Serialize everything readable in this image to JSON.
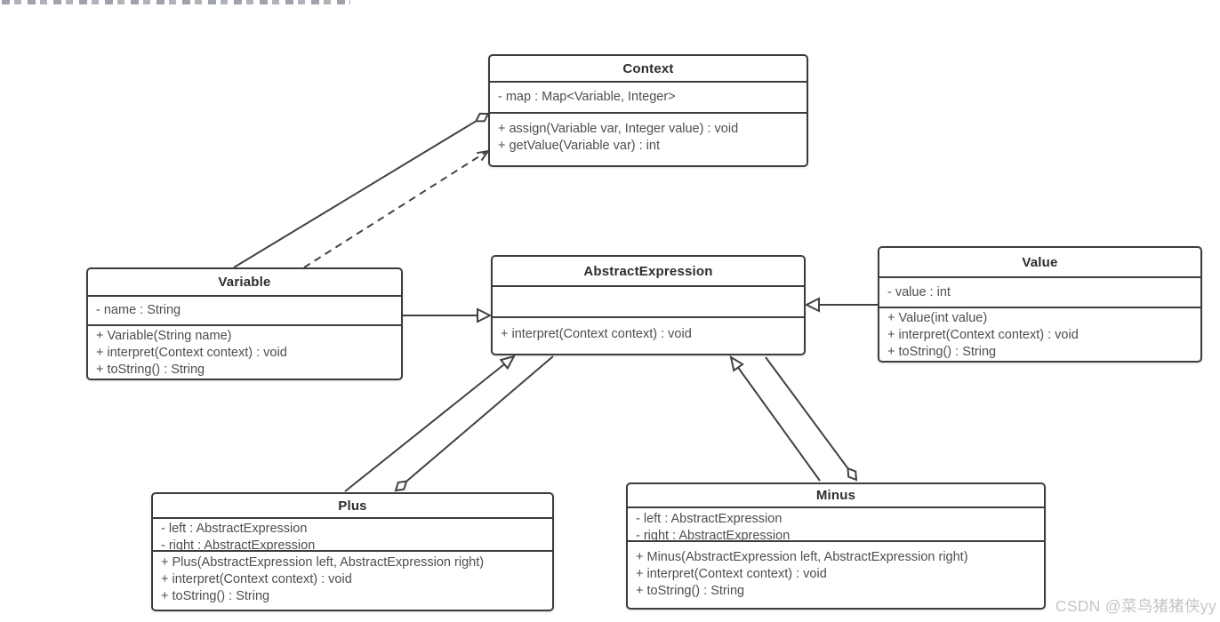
{
  "diagram": {
    "classes": {
      "context": {
        "name": "Context",
        "attributes": [
          "- map : Map<Variable, Integer>"
        ],
        "methods": [
          "+ assign(Variable var, Integer value) : void",
          "+ getValue(Variable var) : int"
        ]
      },
      "variable": {
        "name": "Variable",
        "attributes": [
          "- name : String"
        ],
        "methods": [
          "+ Variable(String name)",
          "+ interpret(Context context) : void",
          "+ toString() : String"
        ]
      },
      "abstract_expression": {
        "name": "AbstractExpression",
        "attributes": [],
        "methods": [
          "+ interpret(Context context) : void"
        ]
      },
      "value": {
        "name": "Value",
        "attributes": [
          "- value : int"
        ],
        "methods": [
          "+ Value(int value)",
          "+ interpret(Context context) : void",
          "+ toString() : String"
        ]
      },
      "plus": {
        "name": "Plus",
        "attributes": [
          "- left : AbstractExpression",
          "- right : AbstractExpression"
        ],
        "methods": [
          "+ Plus(AbstractExpression left, AbstractExpression right)",
          "+ interpret(Context context) : void",
          "+ toString() : String"
        ]
      },
      "minus": {
        "name": "Minus",
        "attributes": [
          "- left : AbstractExpression",
          "- right : AbstractExpression"
        ],
        "methods": [
          "+ Minus(AbstractExpression left, AbstractExpression right)",
          "+ interpret(Context context) : void",
          "+ toString() : String"
        ]
      }
    },
    "relationships": [
      {
        "from": "Variable",
        "to": "Context",
        "type": "aggregation",
        "line": "solid",
        "marker": "hollow-diamond-at-context"
      },
      {
        "from": "Variable",
        "to": "Context",
        "type": "dependency",
        "line": "dashed",
        "marker": "open-arrow-at-context"
      },
      {
        "from": "Variable",
        "to": "AbstractExpression",
        "type": "generalization",
        "line": "solid",
        "marker": "hollow-triangle-at-abstractexpression"
      },
      {
        "from": "Value",
        "to": "AbstractExpression",
        "type": "generalization",
        "line": "solid",
        "marker": "hollow-triangle-at-abstractexpression"
      },
      {
        "from": "Plus",
        "to": "AbstractExpression",
        "type": "generalization",
        "line": "solid",
        "marker": "hollow-triangle-at-abstractexpression"
      },
      {
        "from": "AbstractExpression",
        "to": "Plus",
        "type": "aggregation",
        "line": "solid",
        "marker": "hollow-diamond-at-plus"
      },
      {
        "from": "Minus",
        "to": "AbstractExpression",
        "type": "generalization",
        "line": "solid",
        "marker": "hollow-triangle-at-abstractexpression"
      },
      {
        "from": "AbstractExpression",
        "to": "Minus",
        "type": "aggregation",
        "line": "solid",
        "marker": "hollow-diamond-at-minus"
      }
    ]
  },
  "watermark": {
    "text": "CSDN @菜鸟猪猪侠yy",
    "color": "#c5c5c5"
  },
  "colors": {
    "background": "#ffffff",
    "box_border": "#3c3c3c",
    "line": "#414141",
    "title_text": "#2d2d2d",
    "member_text": "#4e4e4e",
    "watermark_text": "#c5c5c5"
  }
}
